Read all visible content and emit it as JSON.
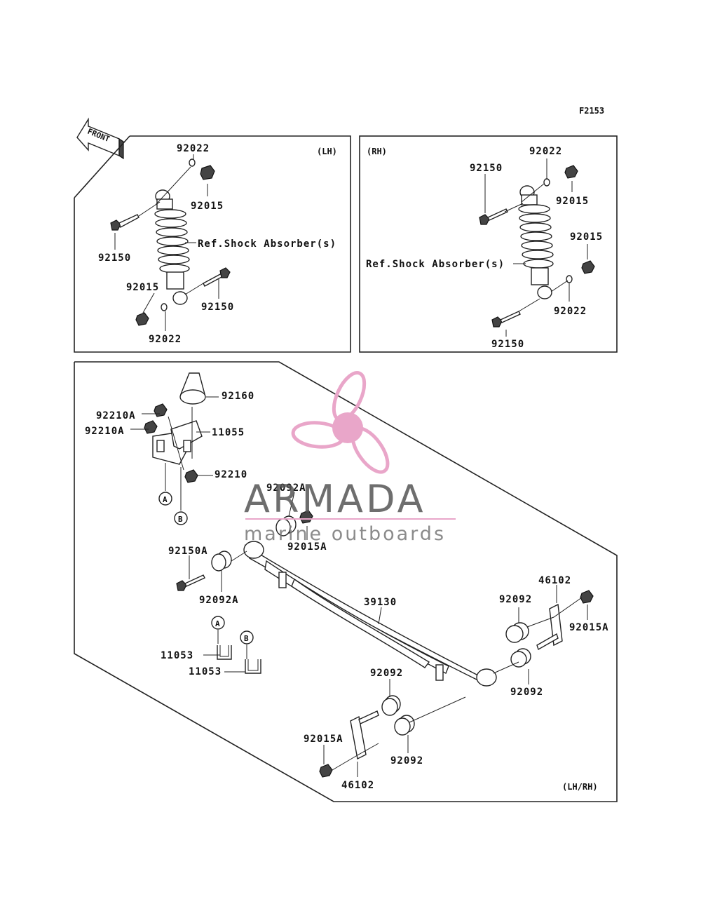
{
  "figure_code": "F2153",
  "front_label": "FRONT",
  "panels": {
    "lh": {
      "title": "(LH)",
      "ref_text": "Ref.Shock Absorber(s)",
      "labels": [
        "92022",
        "92015",
        "92150",
        "92015",
        "92150",
        "92022"
      ]
    },
    "rh": {
      "title": "(RH)",
      "ref_text": "Ref.Shock Absorber(s)",
      "labels": [
        "92022",
        "92150",
        "92015",
        "92015",
        "92022",
        "92150"
      ]
    },
    "bottom": {
      "title": "(LH/RH)",
      "labels": {
        "bump_stop": "92160",
        "nut_a1": "92210A",
        "nut_a2": "92210A",
        "bracket": "11055",
        "nut_b": "92210",
        "bushing_top": "92092A",
        "nut_top": "92015A",
        "bolt_front": "92150A",
        "bushing_front": "92092A",
        "leaf_spring": "39130",
        "shackle_top": "46102",
        "bushing_r1": "92092",
        "nut_r": "92015A",
        "bushing_r2": "92092",
        "bushing_m1": "92092",
        "nut_l": "92015A",
        "bushing_m2": "92092",
        "shackle_bottom": "46102",
        "ubolt_1": "11053",
        "ubolt_2": "11053"
      },
      "markers": {
        "a": "A",
        "b": "B"
      }
    }
  },
  "watermark": {
    "brand": "ARMADA",
    "tagline": "marine outboards",
    "color": "#e9a6c9"
  }
}
